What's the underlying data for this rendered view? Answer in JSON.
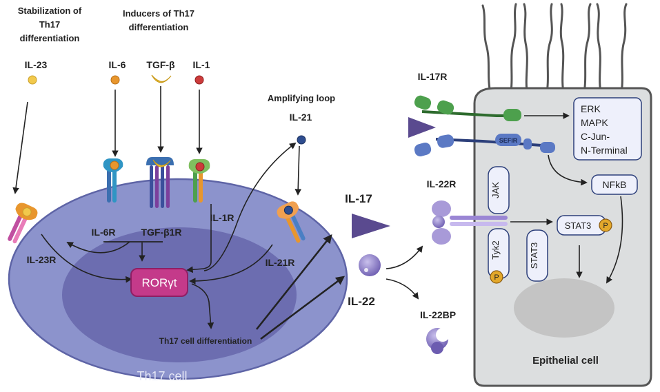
{
  "headings": {
    "stabilization": [
      "Stabilization of",
      "Th17",
      "differentiation"
    ],
    "inducers": [
      "Inducers of Th17",
      "differentiation"
    ],
    "amplifying": "Amplifying loop"
  },
  "cytokines": {
    "il23": "IL-23",
    "il6": "IL-6",
    "tgfb": "TGF-β",
    "il1": "IL-1",
    "il21": "IL-21",
    "il17": "IL-17",
    "il22": "IL-22",
    "il22bp": "IL-22BP"
  },
  "receptors": {
    "il6r": "IL-6R",
    "tgfb1r": "TGF-β1R",
    "il1r": "IL-1R",
    "il23r": "IL-23R",
    "il21r": "IL-21R",
    "il17r": "IL-17R",
    "il22r": "IL-22R"
  },
  "cell": {
    "rorgt": "RORγt",
    "differentiation": "Th17 cell differentiation",
    "name": "Th17 cell"
  },
  "epithelial": {
    "name": "Epithelial cell",
    "sefir": "SEFIR",
    "pathways": [
      "ERK",
      "MAPK",
      "C-Jun-",
      "N-Terminal"
    ],
    "nfkb": "NFkB",
    "jak": "JAK",
    "tyk2": "Tyk2",
    "stat3": "STAT3",
    "stat3p": "STAT3",
    "phospho": "P"
  },
  "colors": {
    "th17_outer": "#8c93cc",
    "th17_inner": "#6c6db0",
    "rorgt": "#c43a8a",
    "epithelial_bg": "#dcdedf",
    "il17_triangle": "#5a4a8f",
    "il22_ball": "#8d7fc9",
    "il23_dot": "#f2c94c",
    "il6_dot": "#e8962d",
    "il1_dot": "#cc3b3b",
    "il21_dot": "#2e4d8f",
    "tgfb": "#f2c335",
    "il17r": "#4da04d",
    "sefir_receptor": "#5b79c4",
    "phospho": "#e3a82b"
  }
}
